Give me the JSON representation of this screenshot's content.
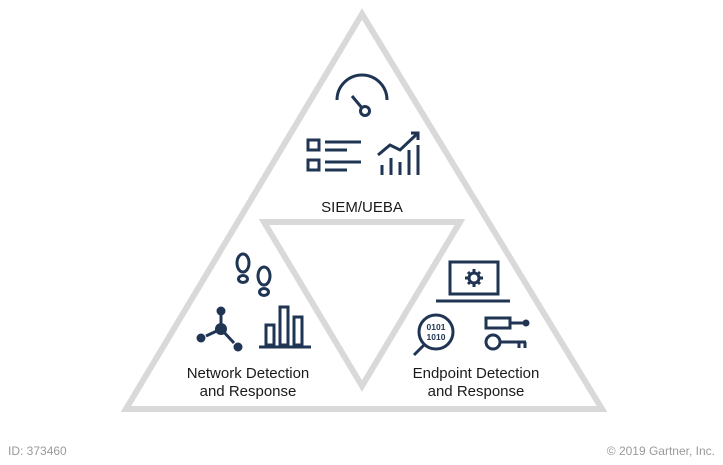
{
  "sections": {
    "top": {
      "label": "SIEM/UEBA"
    },
    "left": {
      "label_line1": "Network Detection",
      "label_line2": "and Response"
    },
    "right": {
      "label_line1": "Endpoint Detection",
      "label_line2": "and Response",
      "binary_line1": "0101",
      "binary_line2": "1010"
    }
  },
  "footer": {
    "id": "ID: 373460",
    "copyright": "© 2019 Gartner, Inc."
  },
  "colors": {
    "outline": "#d9d9d9",
    "icon": "#1f3553",
    "footer_text": "#9a9a9a"
  },
  "icons": [
    "gauge-icon",
    "list-icon",
    "trend-chart-icon",
    "footprints-icon",
    "network-nodes-icon",
    "bar-chart-icon",
    "laptop-gear-icon",
    "binary-magnifier-icon",
    "key-tools-icon"
  ]
}
